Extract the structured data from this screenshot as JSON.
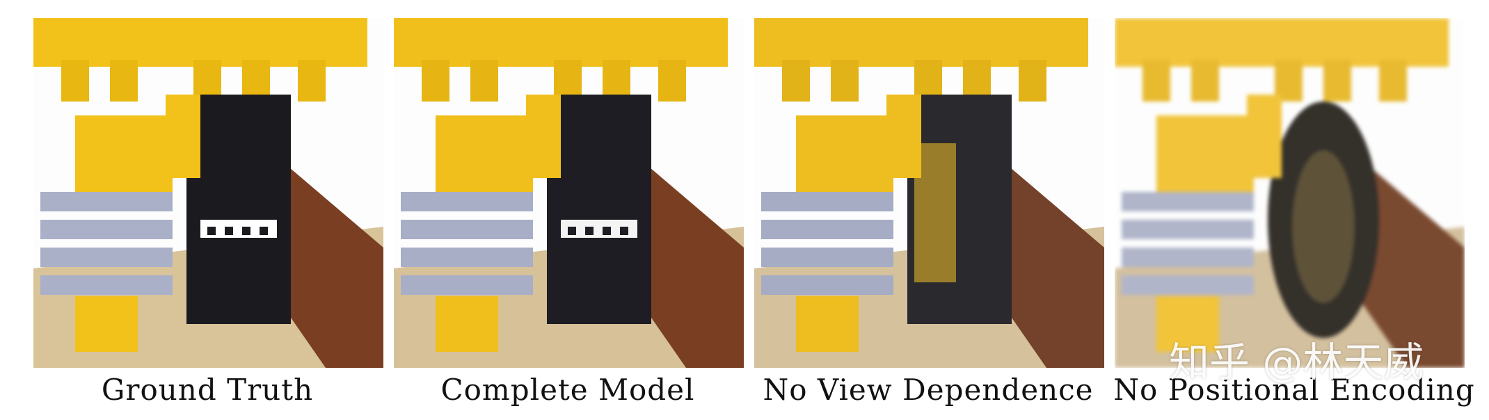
{
  "figure": {
    "panels": [
      {
        "caption": "Ground Truth"
      },
      {
        "caption": "Complete Model"
      },
      {
        "caption": "No View Dependence"
      },
      {
        "caption": "No Positional Encoding"
      }
    ]
  },
  "watermark": {
    "text": "知乎 @林天威"
  },
  "colors": {
    "lego_yellow": "#f2c21b",
    "lego_gray": "#aab0c8",
    "tread_black": "#1b1b1f",
    "baseplate_tan": "#d9c49a",
    "brown_brick": "#7a3f22"
  }
}
